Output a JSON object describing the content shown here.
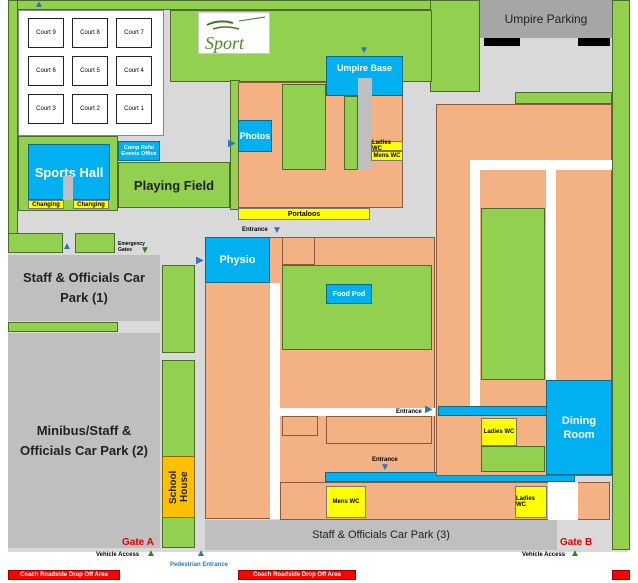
{
  "courts": [
    "Court 9",
    "Court 8",
    "Court 7",
    "Court 6",
    "Court 5",
    "Court 4",
    "Court 3",
    "Court 2",
    "Court 1"
  ],
  "buildings": {
    "sports_hall": "Sports Hall",
    "changing_1": "Changing",
    "changing_2": "Changing",
    "comp_refs": "Comp Refs/ Events Office",
    "playing_field": "Playing Field",
    "photos": "Photos",
    "umpire_base": "Umpire Base",
    "ladies_wc_top": "Ladies WC",
    "mens_wc_top": "Mens WC",
    "portaloos": "Portaloos",
    "physio": "Physio",
    "food_pod": "Food Pod",
    "school_house": "School House",
    "dining_room": "Dining Room",
    "ladies_wc_dining": "Ladies WC",
    "mens_wc_bottom": "Mens WC",
    "ladies_wc_bottom": "Ladies WC"
  },
  "car_parks": {
    "umpire_parking": "Umpire Parking",
    "staff_1": "Staff & Officials Car Park (1)",
    "minibus": "Minibus/Staff & Officials Car Park (2)",
    "staff_3": "Staff & Officials Car Park (3)"
  },
  "labels": {
    "entrance_top": "Entrance",
    "entrance_mid": "Entrance",
    "entrance_dining": "Entrance",
    "emergency_gates": "Emergency Gates",
    "gate_a": "Gate A",
    "gate_b": "Gate B",
    "vehicle_access_left": "Vehicle Access",
    "vehicle_access_right": "Vehicle Access",
    "pedestrian_entrance": "Pedestrian Entrance",
    "coach_left": "Coach Roadside Drop Off Area",
    "coach_mid": "Coach Roadside Drop Off Area"
  },
  "colors": {
    "building": "#f4b183",
    "green_space": "#92d050",
    "highlight": "#00b0f0",
    "wc": "#ffff00",
    "drop_off": "#ff0000",
    "road": "#d9d9d9"
  }
}
